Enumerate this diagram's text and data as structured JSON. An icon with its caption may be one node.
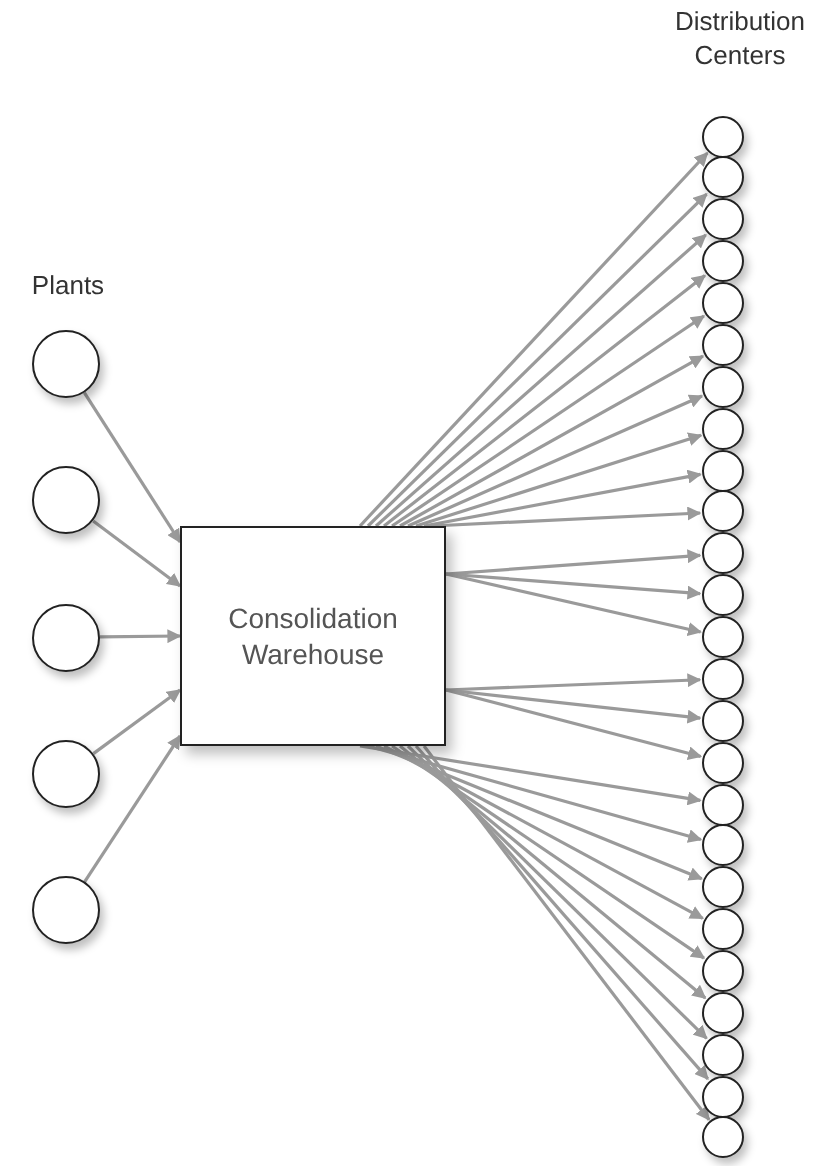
{
  "diagram": {
    "nodes": [
      {
        "text": [],
        "shape": "circle"
      },
      {
        "text": [],
        "shape": "circle"
      },
      {
        "text": [],
        "shape": "circle"
      },
      {
        "text": [],
        "shape": "circle"
      },
      {
        "text": [],
        "shape": "circle"
      },
      {
        "text": [
          "Consolidation Warehouse"
        ]
      },
      {
        "text": [],
        "shape": "circle"
      },
      {
        "text": [],
        "shape": "circle"
      },
      {
        "text": [],
        "shape": "circle"
      },
      {
        "text": [],
        "shape": "circle"
      },
      {
        "text": [],
        "shape": "circle"
      },
      {
        "text": [],
        "shape": "circle"
      },
      {
        "text": [],
        "shape": "circle"
      },
      {
        "text": [],
        "shape": "circle"
      },
      {
        "text": [],
        "shape": "circle"
      },
      {
        "text": [],
        "shape": "circle"
      },
      {
        "text": [],
        "shape": "circle"
      },
      {
        "text": [],
        "shape": "circle"
      },
      {
        "text": [],
        "shape": "circle"
      },
      {
        "text": [],
        "shape": "circle"
      },
      {
        "text": [],
        "shape": "circle"
      },
      {
        "text": [],
        "shape": "circle"
      },
      {
        "text": [],
        "shape": "circle"
      },
      {
        "text": [],
        "shape": "circle"
      },
      {
        "text": [],
        "shape": "circle"
      },
      {
        "text": [],
        "shape": "circle"
      },
      {
        "text": [],
        "shape": "circle"
      },
      {
        "text": [],
        "shape": "circle"
      },
      {
        "text": [],
        "shape": "circle"
      },
      {
        "text": [],
        "shape": "circle"
      },
      {
        "text": [],
        "shape": "circle"
      }
    ],
    "edges": [
      {
        "from": 0,
        "to": 5,
        "arrow": "to"
      },
      {
        "from": 1,
        "to": 5,
        "arrow": "to"
      },
      {
        "from": 2,
        "to": 5,
        "arrow": "to"
      },
      {
        "from": 3,
        "to": 5,
        "arrow": "to"
      },
      {
        "from": 4,
        "to": 5,
        "arrow": "to"
      },
      {
        "from": 5,
        "to": 6,
        "arrow": "to"
      },
      {
        "from": 5,
        "to": 7,
        "arrow": "to"
      },
      {
        "from": 5,
        "to": 8,
        "arrow": "to"
      },
      {
        "from": 5,
        "to": 9,
        "arrow": "to"
      },
      {
        "from": 5,
        "to": 10,
        "arrow": "to"
      },
      {
        "from": 5,
        "to": 11,
        "arrow": "to"
      },
      {
        "from": 5,
        "to": 12,
        "arrow": "to"
      },
      {
        "from": 5,
        "to": 13,
        "arrow": "to"
      },
      {
        "from": 5,
        "to": 14,
        "arrow": "to"
      },
      {
        "from": 5,
        "to": 15,
        "arrow": "to"
      },
      {
        "from": 5,
        "to": 16,
        "arrow": "to"
      },
      {
        "from": 5,
        "to": 17,
        "arrow": "to"
      },
      {
        "from": 5,
        "to": 18,
        "arrow": "to"
      },
      {
        "from": 5,
        "to": 19,
        "arrow": "to"
      },
      {
        "from": 5,
        "to": 20,
        "arrow": "to"
      },
      {
        "from": 5,
        "to": 21,
        "arrow": "to"
      },
      {
        "from": 5,
        "to": 22,
        "arrow": "to"
      },
      {
        "from": 5,
        "to": 23,
        "arrow": "to"
      },
      {
        "from": 5,
        "to": 24,
        "arrow": "to"
      },
      {
        "from": 5,
        "to": 25,
        "arrow": "to"
      },
      {
        "from": 5,
        "to": 26,
        "arrow": "to"
      },
      {
        "from": 5,
        "to": 27,
        "arrow": "to"
      },
      {
        "from": 5,
        "to": 28,
        "arrow": "to"
      },
      {
        "from": 5,
        "to": 29,
        "arrow": "to"
      },
      {
        "from": 5,
        "to": 30,
        "arrow": "to"
      }
    ],
    "labels": [
      "Plants",
      "Distribution Centers"
    ]
  }
}
